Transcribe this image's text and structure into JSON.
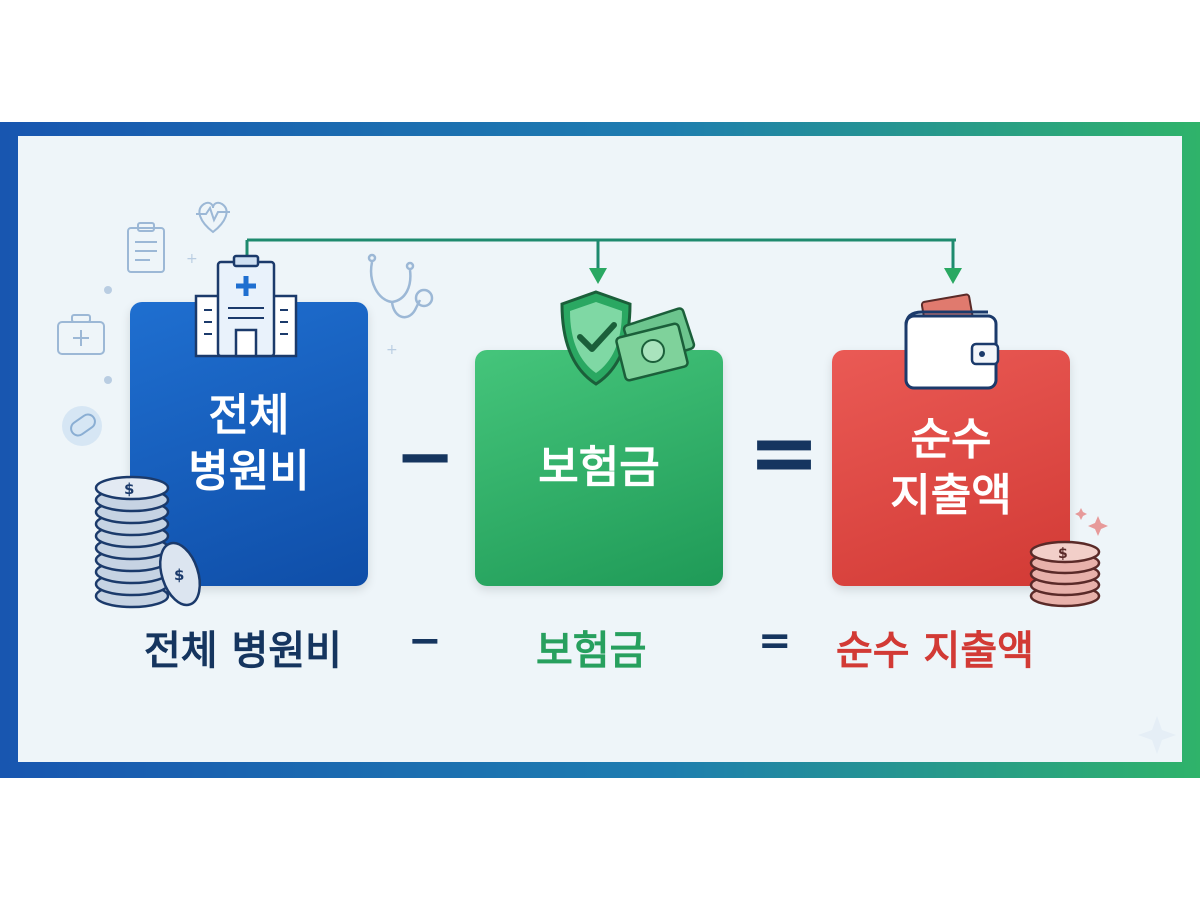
{
  "boxes": {
    "total": {
      "label": "전체\n병원비",
      "color": "#1456b4"
    },
    "insurance": {
      "label": "보험금",
      "color": "#2aa862"
    },
    "net": {
      "label": "순수\n지출액",
      "color": "#df4641"
    }
  },
  "operators": {
    "minus": "−",
    "equals": "="
  },
  "equation": {
    "total": "전체 병원비",
    "minus": "−",
    "insurance": "보험금",
    "equals": "=",
    "net": "순수 지출액"
  },
  "colors": {
    "frame_left": "#1856b0",
    "frame_right": "#2fb36a",
    "panel_bg": "#eef5f9",
    "navy": "#15355f",
    "green": "#27a05e",
    "red": "#d23a35",
    "connector": "#1e8a6e"
  },
  "icons": [
    "hospital-icon",
    "shield-check-icon",
    "cash-icon",
    "wallet-icon",
    "coin-stack-icon",
    "stethoscope-icon",
    "clipboard-icon",
    "heart-pulse-icon",
    "first-aid-kit-icon",
    "pill-icon"
  ]
}
